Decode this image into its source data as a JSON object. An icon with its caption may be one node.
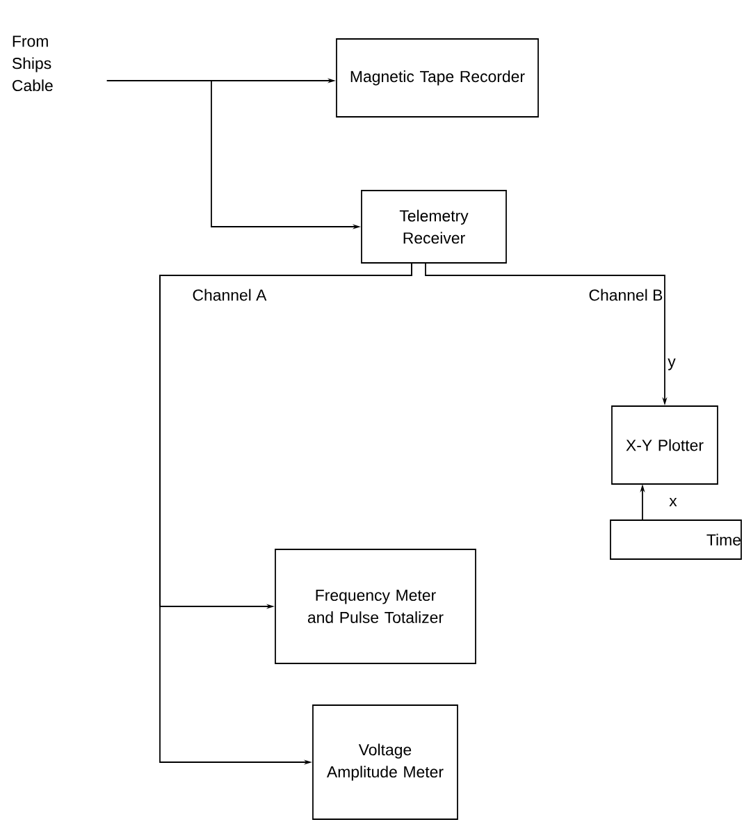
{
  "diagram": {
    "nodes": [
      {
        "text": [
          "From Ships Cable"
        ]
      },
      {
        "text": [
          "Magnetic Tape Recorder"
        ]
      },
      {
        "text": [
          "Telemetry Receiver"
        ]
      },
      {
        "text": [
          "X-Y Plotter"
        ]
      },
      {
        "text": [
          "Time"
        ]
      },
      {
        "text": [
          "Frequency Meter and Pulse Totalizer"
        ]
      },
      {
        "text": [
          "Voltage Amplitude Meter"
        ]
      }
    ],
    "edges": [
      {
        "from": 0,
        "to": 1,
        "arrow": "to"
      },
      {
        "from": 0,
        "to": 2,
        "arrow": "to"
      },
      {
        "from": 2,
        "to": 3,
        "arrow": "to",
        "label": "y"
      },
      {
        "from": 4,
        "to": 3,
        "arrow": "to",
        "label": "x"
      },
      {
        "from": 2,
        "to": 5,
        "arrow": "to"
      },
      {
        "from": 2,
        "to": 6,
        "arrow": "to"
      }
    ],
    "labels": [
      "Channel A",
      "Channel B"
    ]
  }
}
